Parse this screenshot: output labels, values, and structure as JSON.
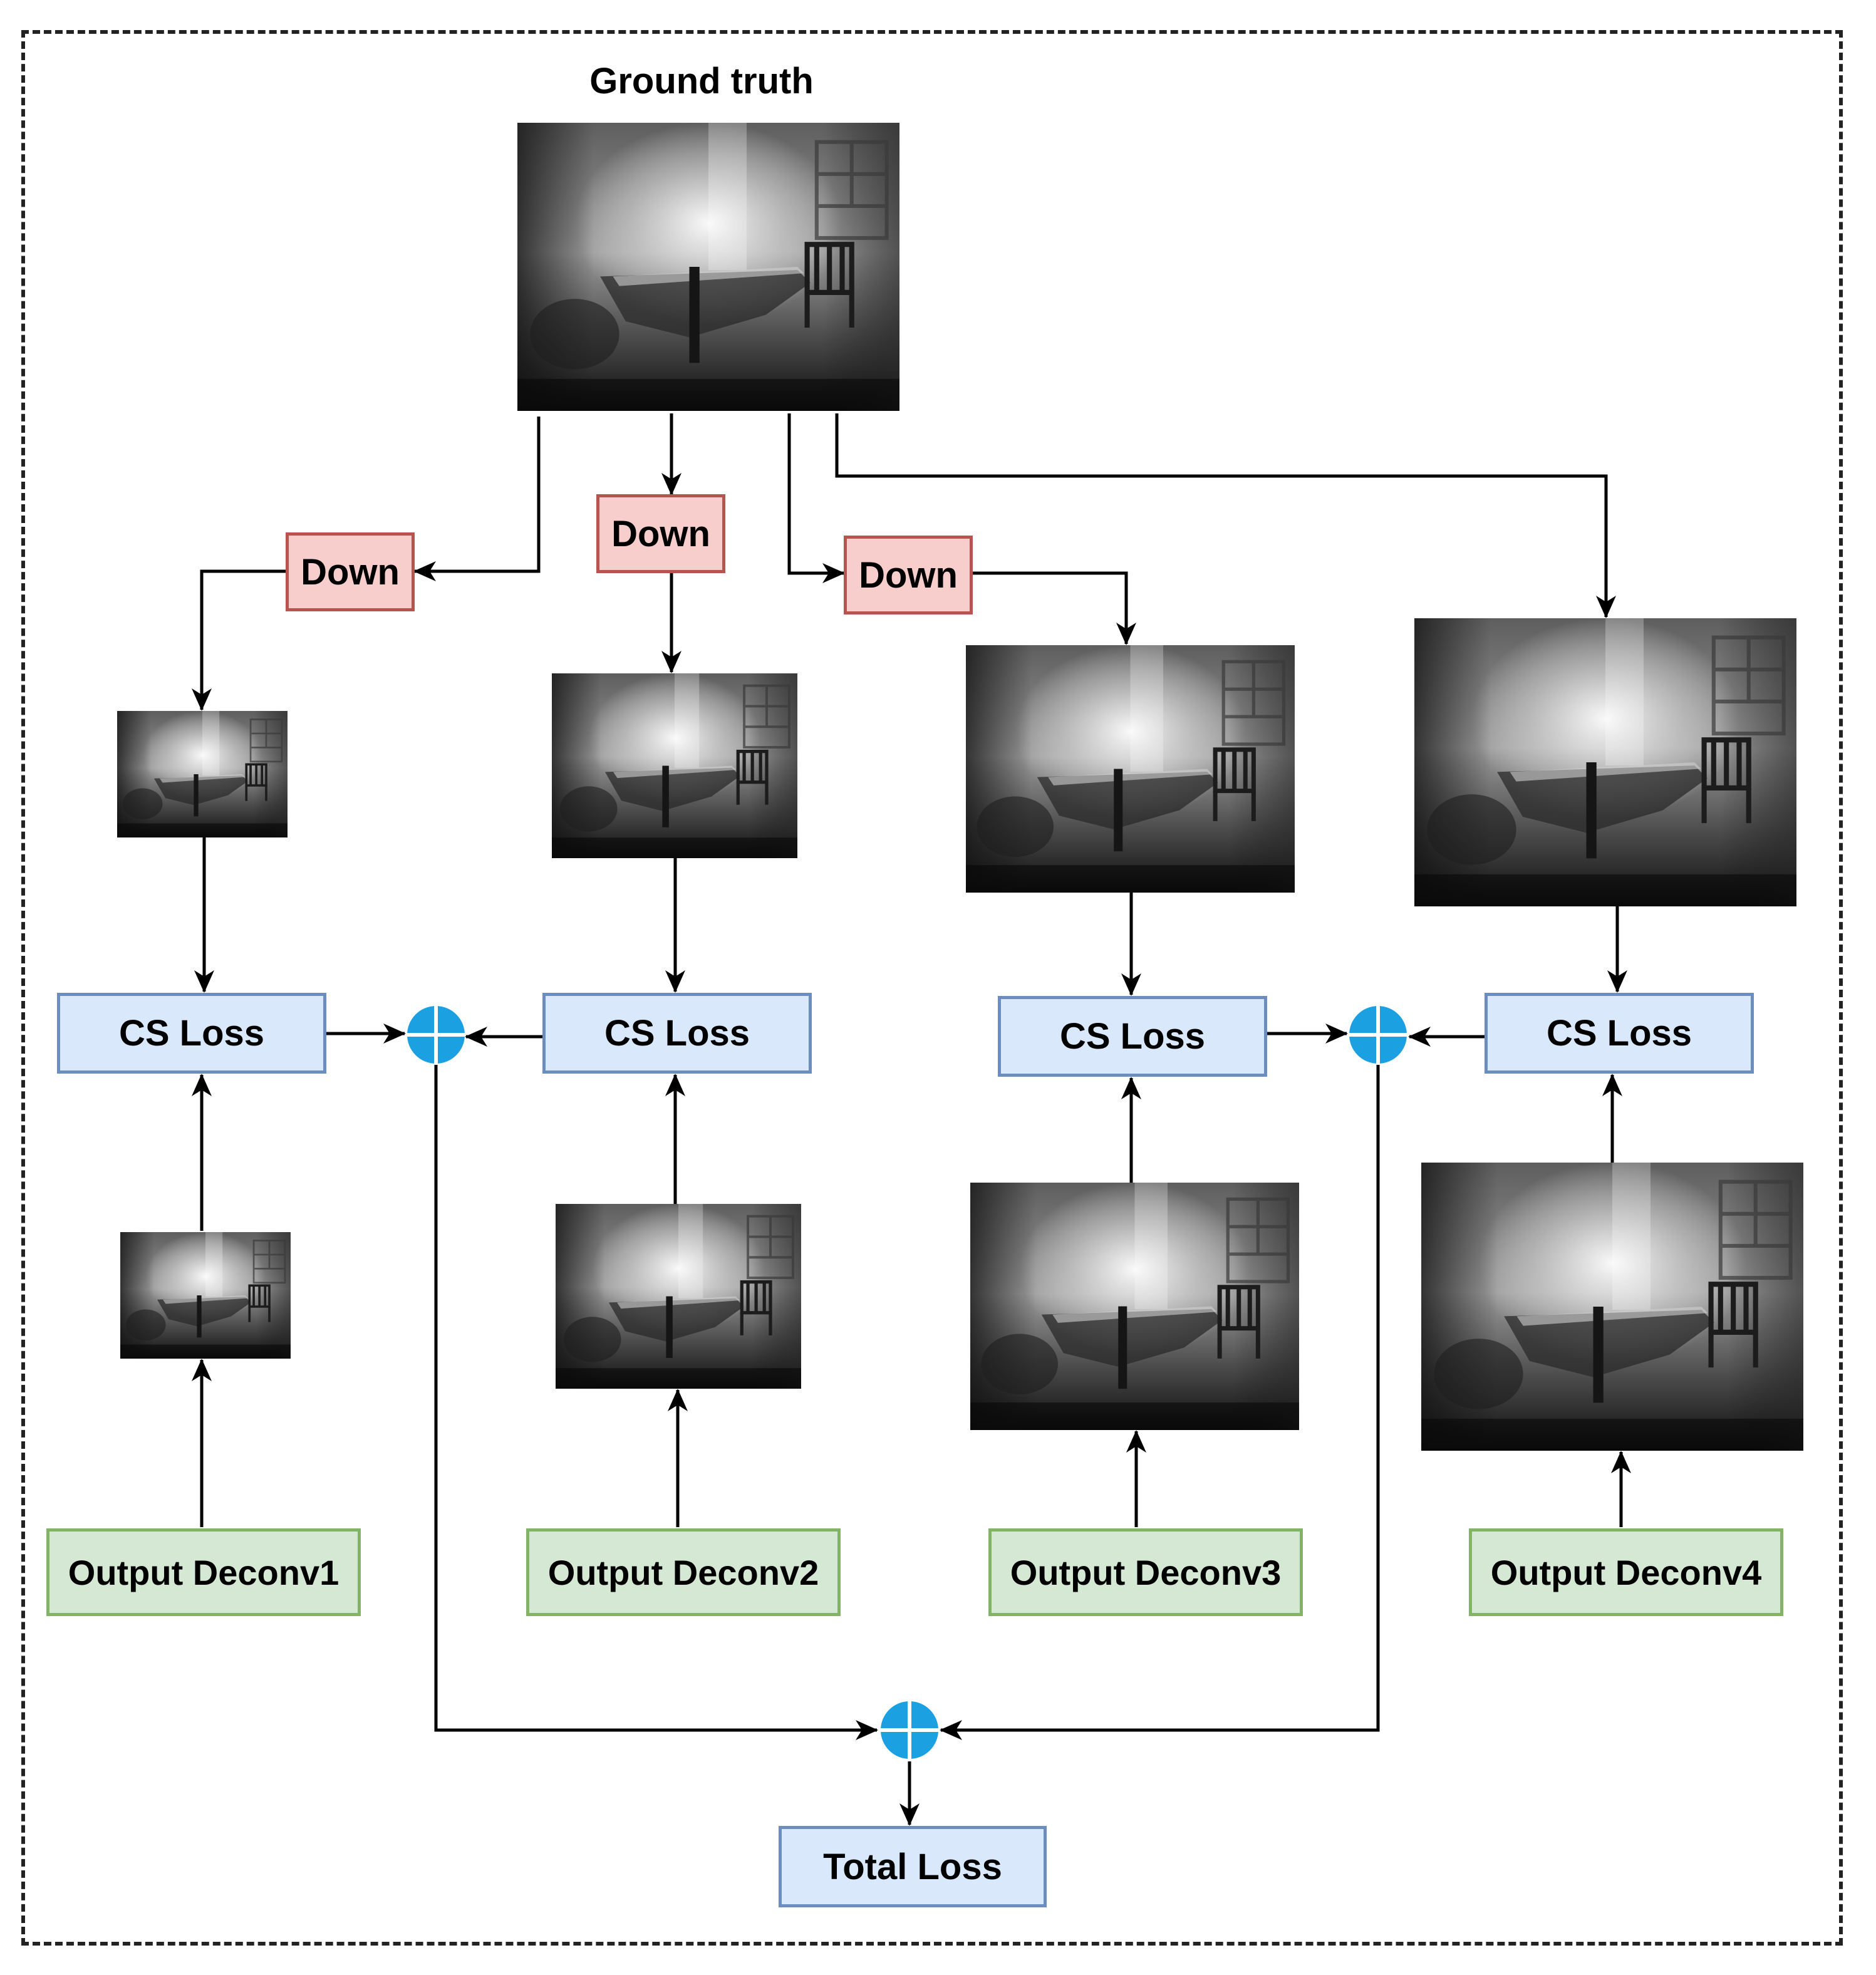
{
  "title": "Ground truth",
  "down_label": "Down",
  "loss_label": "CS Loss",
  "total_label": "Total Loss",
  "outputs": [
    "Output Deconv1",
    "Output Deconv2",
    "Output Deconv3",
    "Output Deconv4"
  ],
  "colors": {
    "down_fill": "#f8cecc",
    "down_stroke": "#b85450",
    "loss_fill": "#dae8fc",
    "loss_stroke": "#6c8ebf",
    "output_fill": "#d5e8d4",
    "output_stroke": "#82b366",
    "sum_node": "#1ba1e2",
    "arrow": "#000000"
  }
}
